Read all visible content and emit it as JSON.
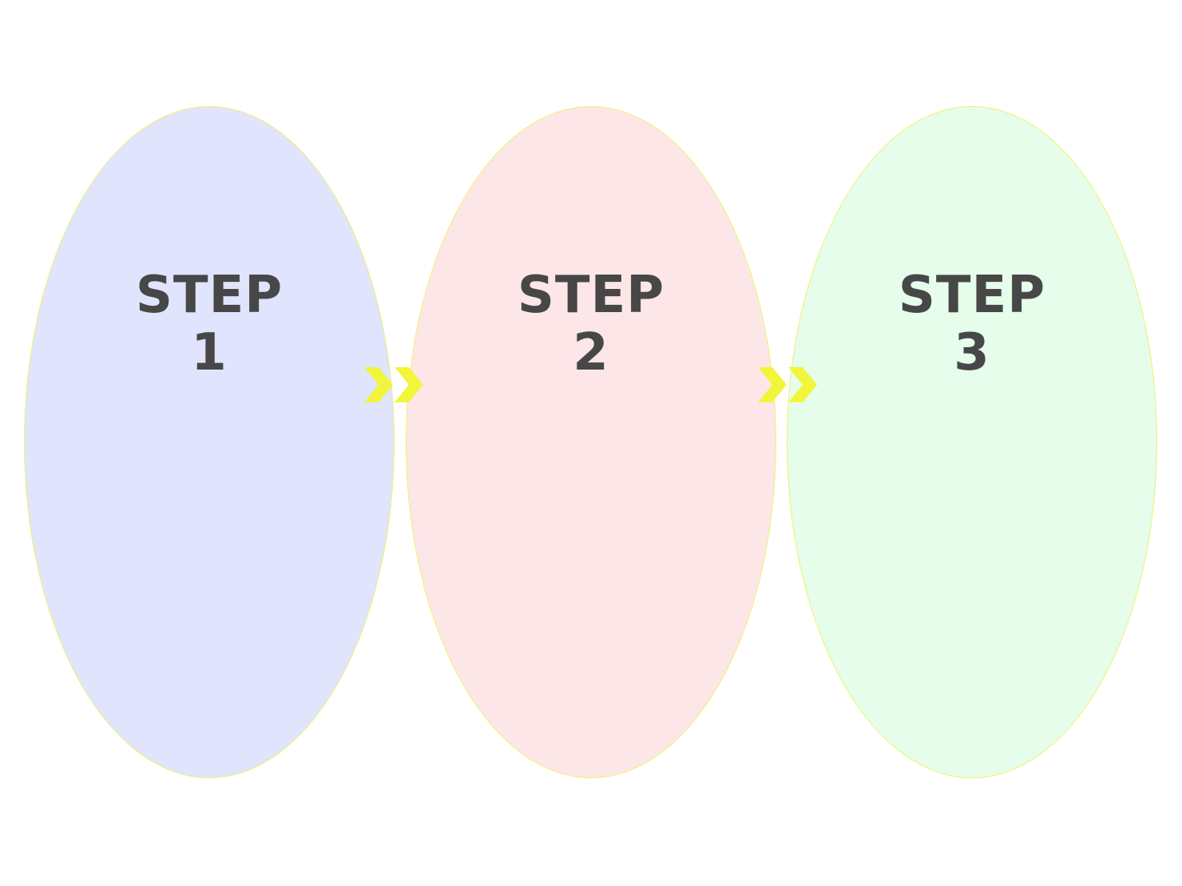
{
  "colors": {
    "step_1_fill": "#e0e4fc",
    "step_2_fill": "#fde6e8",
    "step_3_fill": "#e5fdea",
    "outline": "#eef26a",
    "chevron": "#f2f53a",
    "text": "#474747"
  },
  "steps": [
    {
      "word": "STEP",
      "number": "1"
    },
    {
      "word": "STEP",
      "number": "2"
    },
    {
      "word": "STEP",
      "number": "3"
    }
  ],
  "connectors": [
    {
      "icon": "double-chevron-right-icon"
    },
    {
      "icon": "double-chevron-right-icon"
    }
  ]
}
